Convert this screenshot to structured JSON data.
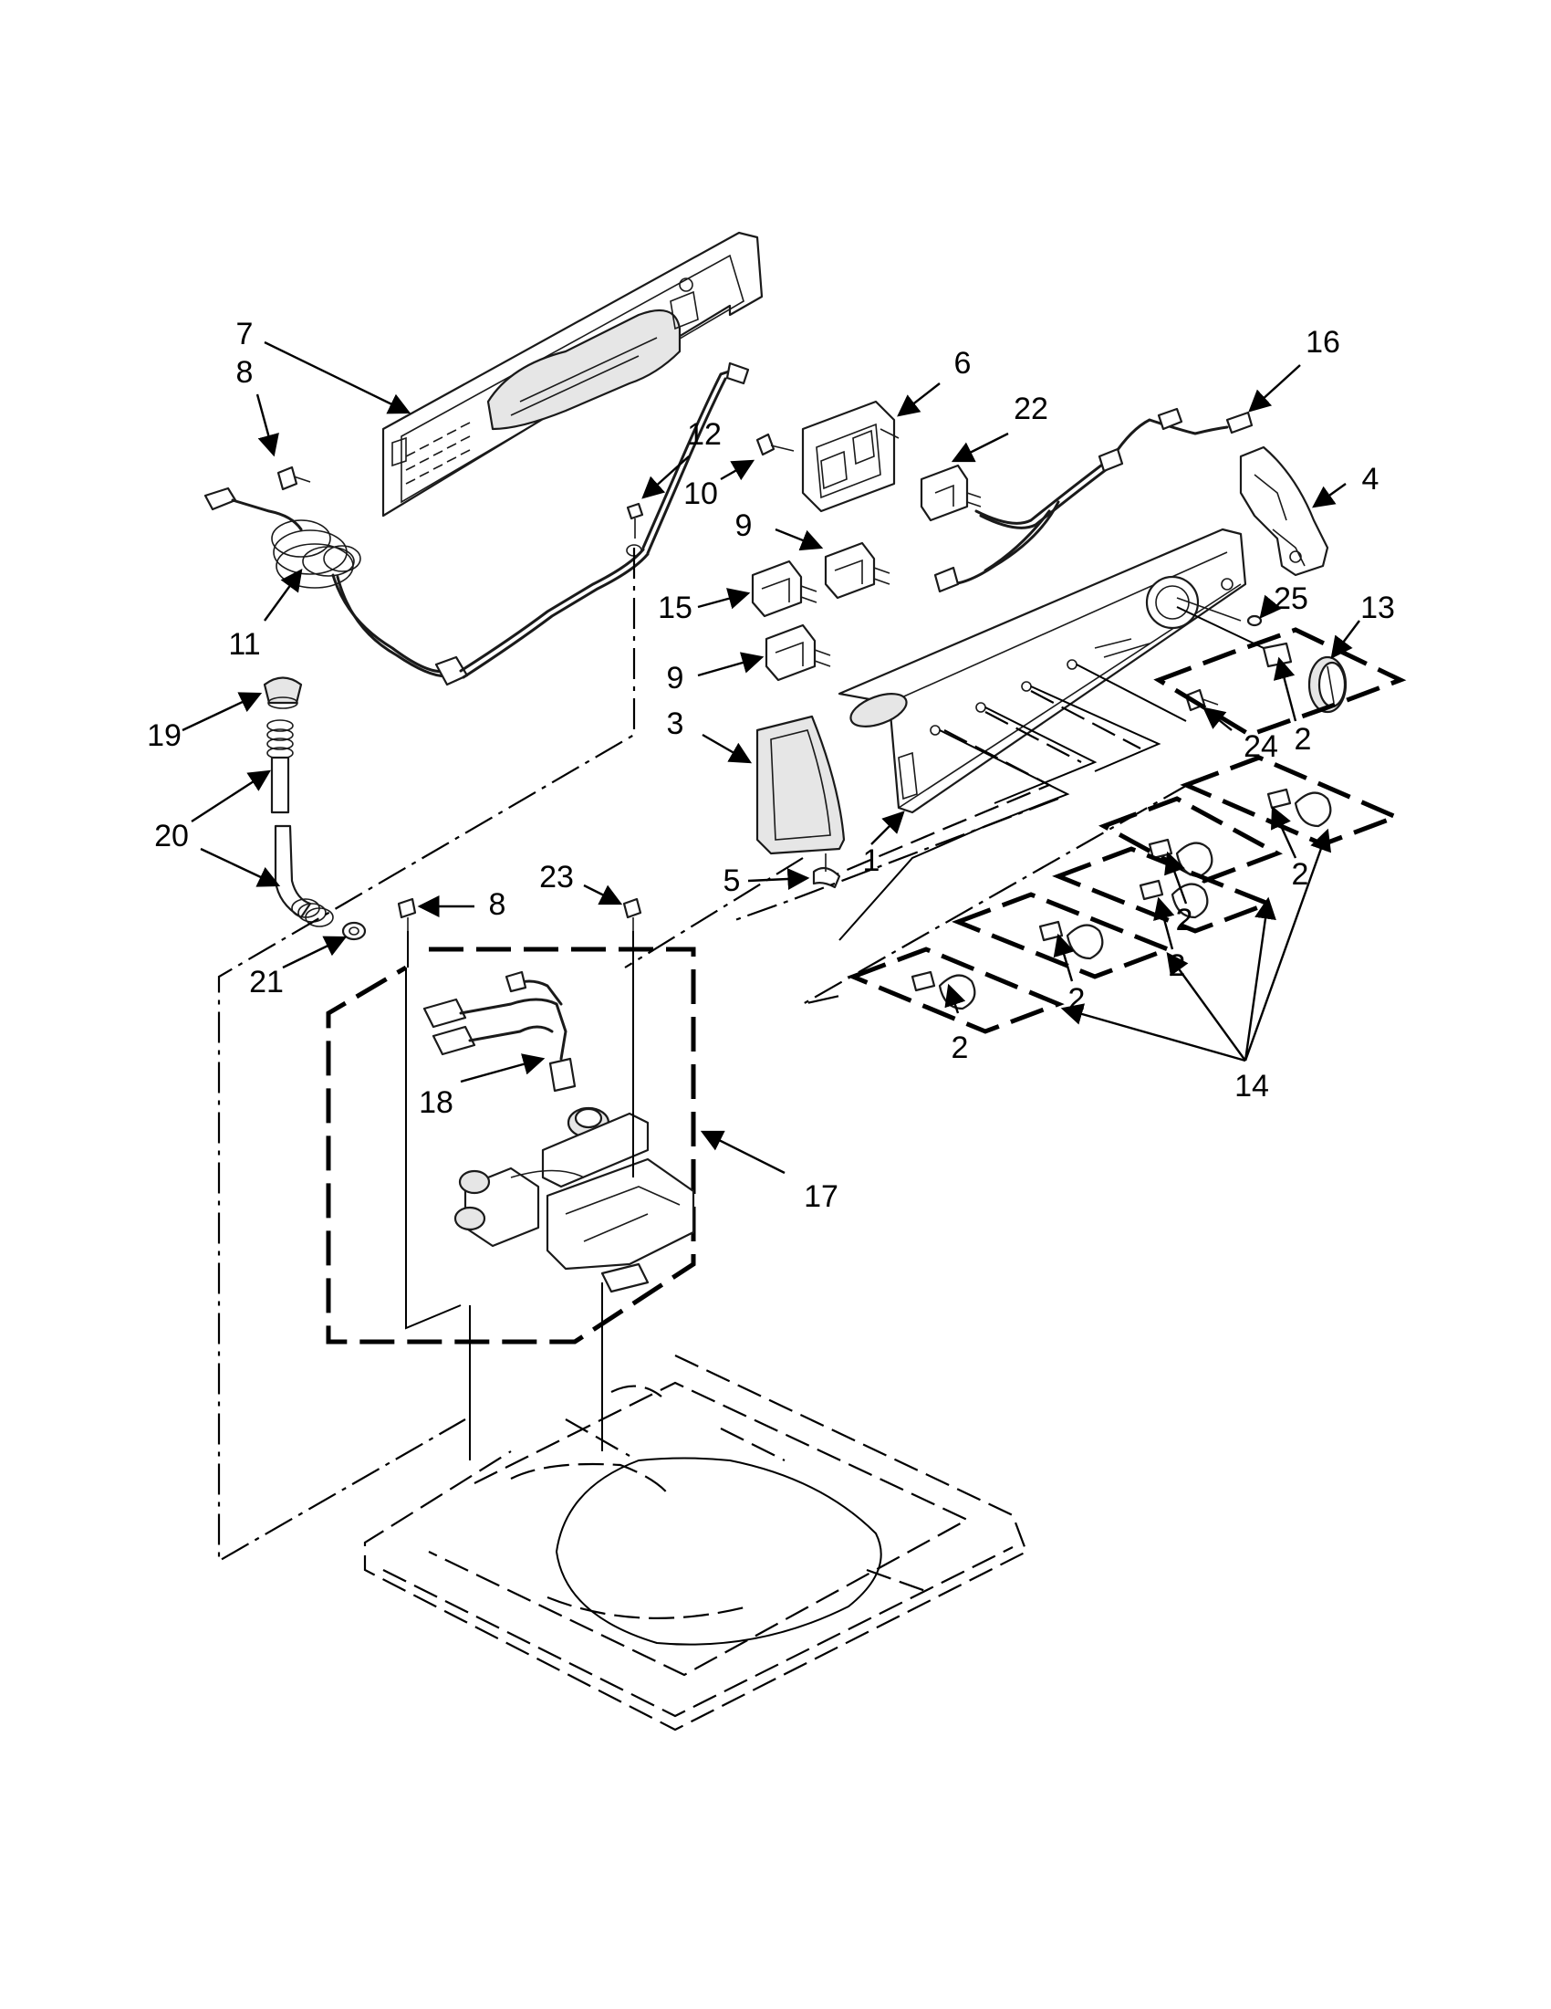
{
  "callouts": [
    {
      "id": "7",
      "label": "7"
    },
    {
      "id": "8a",
      "label": "8"
    },
    {
      "id": "11",
      "label": "11"
    },
    {
      "id": "12",
      "label": "12"
    },
    {
      "id": "10",
      "label": "10"
    },
    {
      "id": "6",
      "label": "6"
    },
    {
      "id": "22",
      "label": "22"
    },
    {
      "id": "16",
      "label": "16"
    },
    {
      "id": "4",
      "label": "4"
    },
    {
      "id": "9a",
      "label": "9"
    },
    {
      "id": "15",
      "label": "15"
    },
    {
      "id": "9b",
      "label": "9"
    },
    {
      "id": "25",
      "label": "25"
    },
    {
      "id": "13",
      "label": "13"
    },
    {
      "id": "24",
      "label": "24"
    },
    {
      "id": "3",
      "label": "3"
    },
    {
      "id": "1",
      "label": "1"
    },
    {
      "id": "5",
      "label": "5"
    },
    {
      "id": "19",
      "label": "19"
    },
    {
      "id": "20",
      "label": "20"
    },
    {
      "id": "21",
      "label": "21"
    },
    {
      "id": "8b",
      "label": "8"
    },
    {
      "id": "23",
      "label": "23"
    },
    {
      "id": "18",
      "label": "18"
    },
    {
      "id": "17",
      "label": "17"
    },
    {
      "id": "14",
      "label": "14"
    },
    {
      "id": "2a",
      "label": "2"
    },
    {
      "id": "2b",
      "label": "2"
    },
    {
      "id": "2c",
      "label": "2"
    },
    {
      "id": "2d",
      "label": "2"
    },
    {
      "id": "2e",
      "label": "2"
    },
    {
      "id": "2f",
      "label": "2"
    }
  ],
  "colors": {
    "ink": "#000000",
    "paper": "#ffffff",
    "shade": "#e6e6e6"
  }
}
